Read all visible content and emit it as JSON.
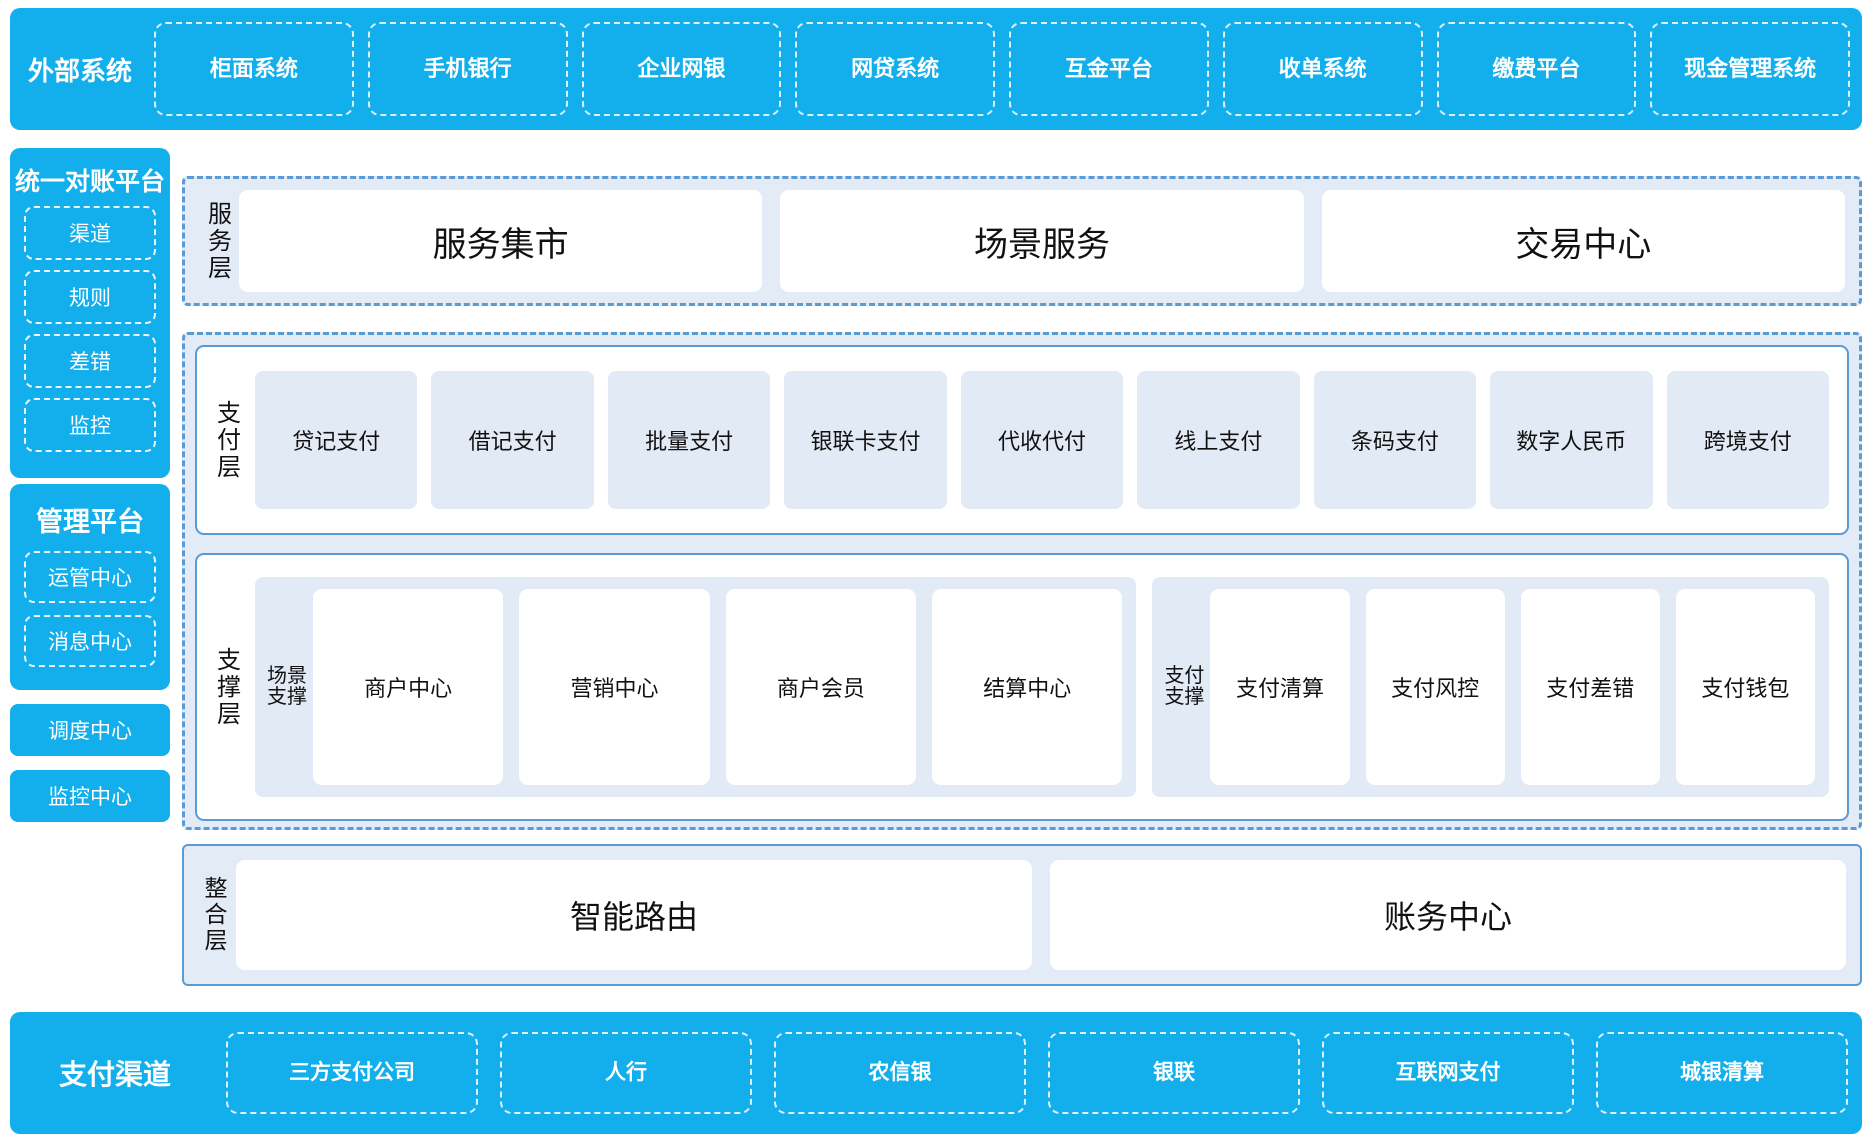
{
  "colors": {
    "brand_cyan": "#12AFEC",
    "panel_blue": "#5B9BD5",
    "fill_light": "#E3EBF7",
    "card_light": "#E2EAF6",
    "card_white": "#FFFFFF"
  },
  "top_bar": {
    "title": "外部系统",
    "items": [
      "柜面系统",
      "手机银行",
      "企业网银",
      "网贷系统",
      "互金平台",
      "收单系统",
      "缴费平台",
      "现金管理系统"
    ]
  },
  "sidebar": {
    "reconciliation": {
      "title": "统一对账平台",
      "items": [
        "渠道",
        "规则",
        "差错",
        "监控"
      ]
    },
    "management": {
      "title": "管理平台",
      "items": [
        "运管中心",
        "消息中心"
      ]
    },
    "standalone": [
      "调度中心",
      "监控中心"
    ]
  },
  "service_layer": {
    "label": "服务层",
    "cards": [
      "服务集市",
      "场景服务",
      "交易中心"
    ]
  },
  "payment_layer": {
    "label": "支付层",
    "cards": [
      "贷记支付",
      "借记支付",
      "批量支付",
      "银联卡支付",
      "代收代付",
      "线上支付",
      "条码支付",
      "数字人民币",
      "跨境支付"
    ]
  },
  "support_layer": {
    "label": "支撑层",
    "groups": [
      {
        "label": "场景支撑",
        "cards": [
          "商户中心",
          "营销中心",
          "商户会员",
          "结算中心"
        ]
      },
      {
        "label": "支付支撑",
        "cards": [
          "支付清算",
          "支付风控",
          "支付差错",
          "支付钱包"
        ]
      }
    ]
  },
  "integration_layer": {
    "label": "整合层",
    "cards": [
      "智能路由",
      "账务中心"
    ]
  },
  "bottom_bar": {
    "title": "支付渠道",
    "items": [
      "三方支付公司",
      "人行",
      "农信银",
      "银联",
      "互联网支付",
      "城银清算"
    ]
  }
}
